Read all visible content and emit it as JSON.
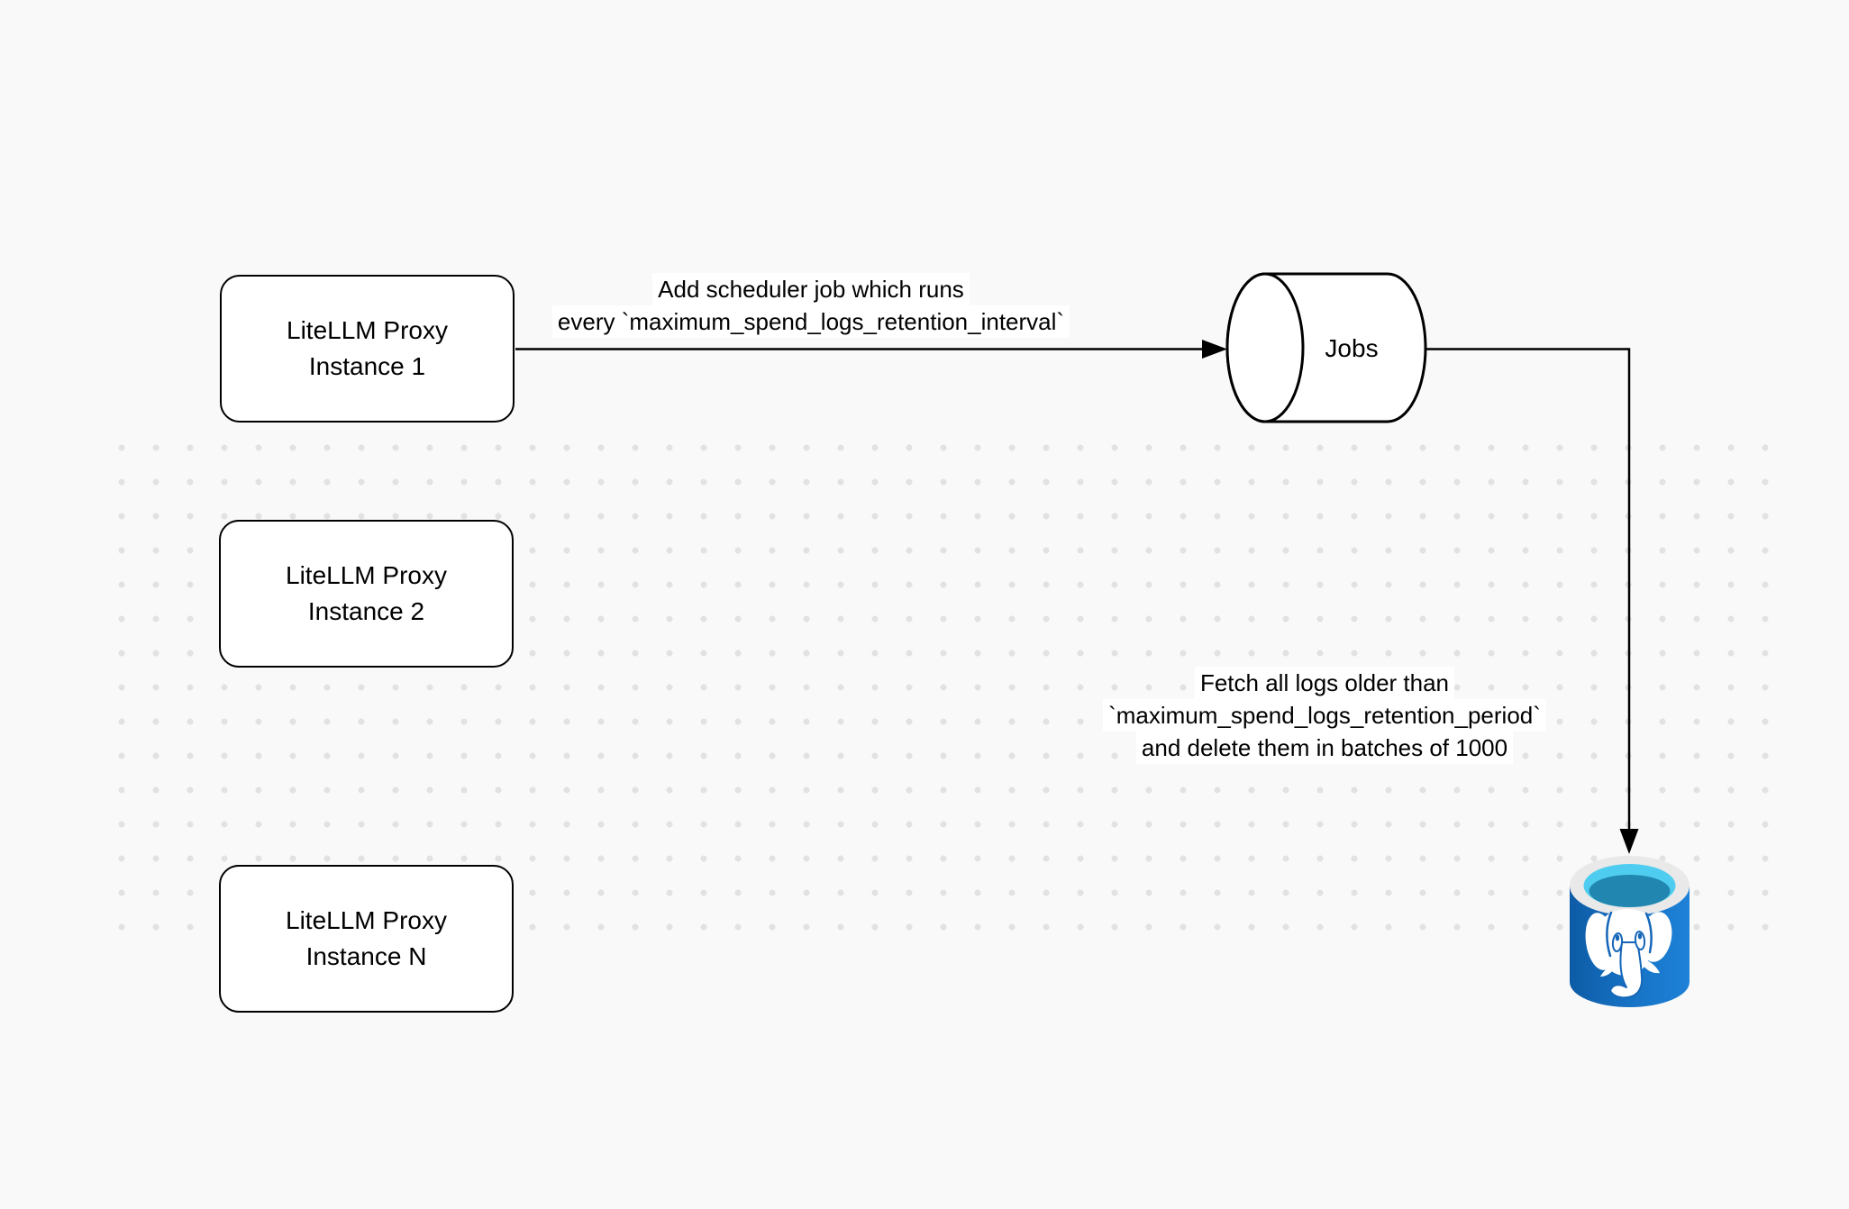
{
  "diagram": {
    "nodes": {
      "instances": [
        {
          "line1": "LiteLLM Proxy",
          "line2": "Instance 1"
        },
        {
          "line1": "LiteLLM Proxy",
          "line2": "Instance 2"
        },
        {
          "line1": "LiteLLM Proxy",
          "line2": "Instance N"
        }
      ],
      "jobs": {
        "label": "Jobs"
      },
      "database": {
        "icon": "postgresql-database-icon"
      }
    },
    "edges": [
      {
        "id": "add-scheduler-job",
        "lines": [
          "Add scheduler job which runs",
          "every `maximum_spend_logs_retention_interval`"
        ]
      },
      {
        "id": "fetch-and-delete-logs",
        "lines": [
          "Fetch all logs older than",
          "`maximum_spend_logs_retention_period`",
          "and delete them in batches of 1000"
        ]
      }
    ],
    "colors": {
      "canvas_bg": "#f9f9f9",
      "grid_dot": "#e2e2e2",
      "stroke": "#000000",
      "node_fill": "#ffffff",
      "label_bg": "#ffffff",
      "postgres_body_dark": "#0d5ba5",
      "postgres_body_light": "#1e82d8",
      "postgres_rim": "#e9e9e9",
      "postgres_opening_cyan": "#4fcdf0",
      "postgres_liquid_teal": "#2287b0",
      "elephant_white": "#ffffff"
    }
  }
}
